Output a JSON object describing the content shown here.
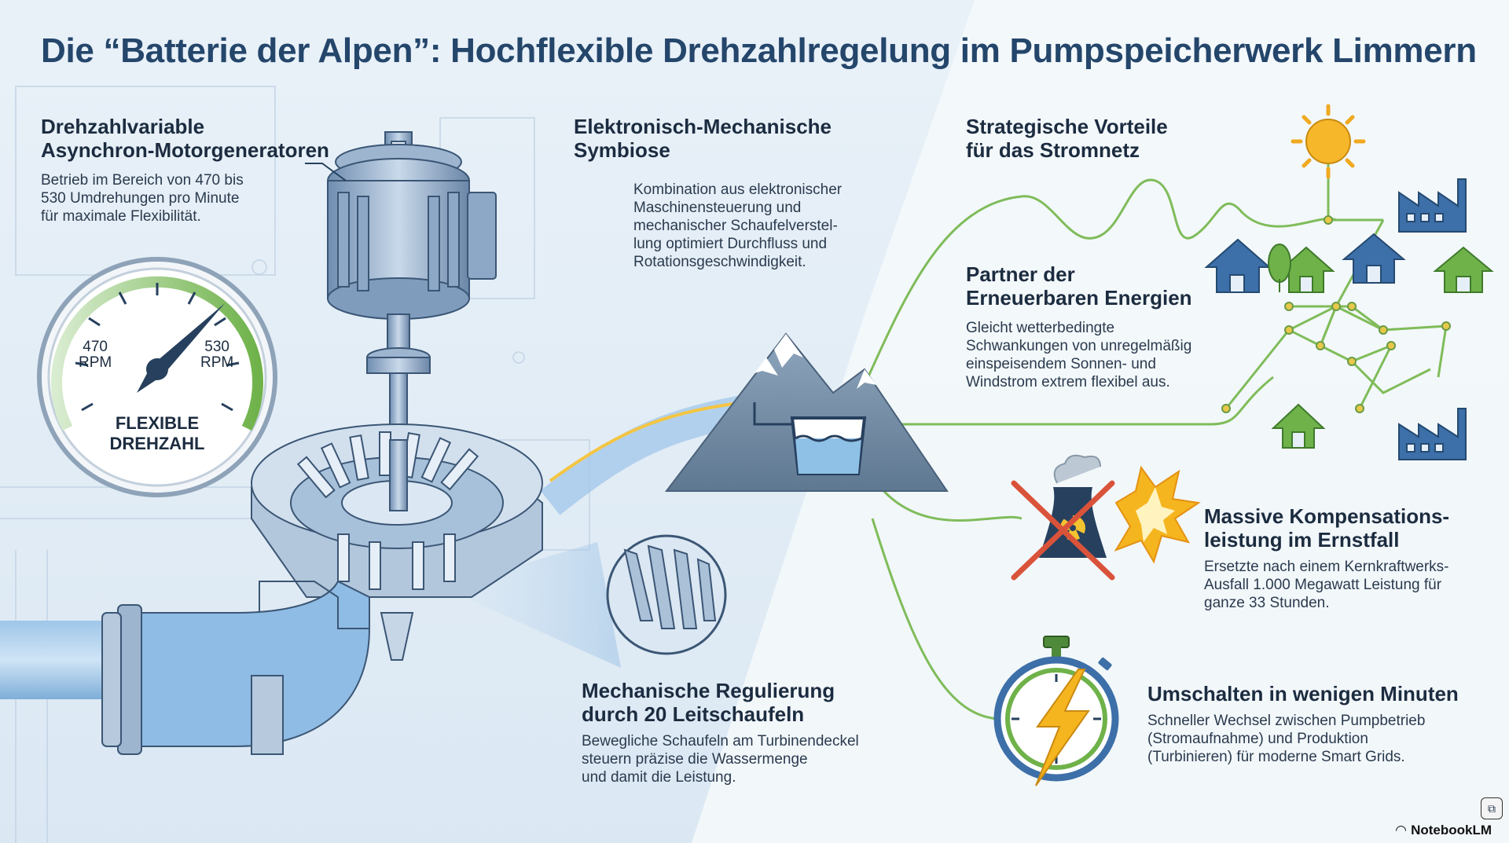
{
  "title": "Die “Batterie der Alpen”: Hochflexible Drehzahlregelung im Pumpspeicherwerk Limmern",
  "sections": {
    "motor": {
      "heading_line1": "Drehzahlvariable",
      "heading_line2": "Asynchron-Motorgeneratoren",
      "text_line1": "Betrieb im Bereich von 470 bis",
      "text_line2": "530 Umdrehungen pro Minute",
      "text_line3": "für maximale Flexibilität."
    },
    "symbiosis": {
      "heading_line1": "Elektronisch-Mechanische",
      "heading_line2": "Symbiose",
      "text_line1": "Kombination aus elektronischer",
      "text_line2": "Maschinensteuerung und",
      "text_line3": "mechanischer Schaufelverstel-",
      "text_line4": "lung optimiert Durchfluss und",
      "text_line5": "Rotationsgeschwindigkeit."
    },
    "strategic": {
      "heading_line1": "Strategische Vorteile",
      "heading_line2": "für das Stromnetz"
    },
    "renewables": {
      "heading_line1": "Partner der",
      "heading_line2": "Erneuerbaren Energien",
      "text_line1": "Gleicht wetterbedingte",
      "text_line2": "Schwankungen von unregelmäßig",
      "text_line3": "einspeisendem Sonnen- und",
      "text_line4": "Windstrom extrem flexibel aus."
    },
    "compensation": {
      "heading_line1": "Massive Kompensations-",
      "heading_line2": "leistung im Ernstfall",
      "text_line1": "Ersetzte nach einem Kernkraftwerks-",
      "text_line2": "Ausfall 1.000 Megawatt Leistung für",
      "text_line3": "ganze 33 Stunden."
    },
    "switching": {
      "heading": "Umschalten in wenigen Minuten",
      "text_line1": "Schneller Wechsel zwischen Pumpbetrieb",
      "text_line2": "(Stromaufnahme) und Produktion",
      "text_line3": "(Turbinieren) für moderne Smart Grids."
    },
    "guide_vanes": {
      "heading_line1": "Mechanische Regulierung",
      "heading_line2": "durch 20 Leitschaufeln",
      "text_line1": "Bewegliche Schaufeln am Turbinendeckel",
      "text_line2": "steuern präzise die Wassermenge",
      "text_line3": "und damit die Leistung."
    }
  },
  "gauge": {
    "min_value": "470",
    "min_unit": "RPM",
    "max_value": "530",
    "max_unit": "RPM",
    "label_line1": "FLEXIBLE",
    "label_line2": "DREHZAHL"
  },
  "footer": {
    "brand": "NotebookLM"
  },
  "colors": {
    "title": "#24466b",
    "accent_green": "#6fb24a",
    "accent_blue": "#3d6fa8",
    "accent_yellow": "#f5b51f",
    "warning_red": "#d9533a"
  }
}
